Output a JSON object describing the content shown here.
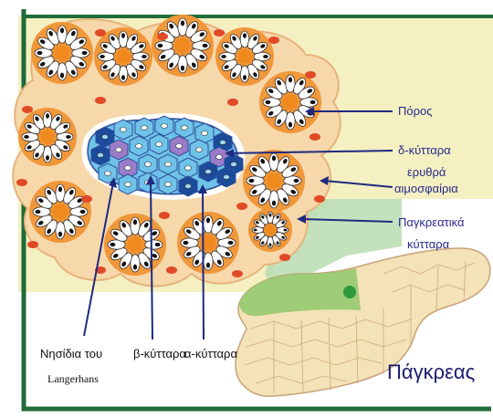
{
  "labels": {
    "duct": "Πόρος",
    "delta_cells": "δ-κύτταρα",
    "red_blood_1": "ερυθρά",
    "red_blood_2": "αιμοσφαίρια",
    "pancreatic_1": "Παγκρεατικά",
    "pancreatic_2": "κύτταρα",
    "islets_1": "Νησίδια του",
    "islets_2": "Langerhans",
    "beta_cells": "β-κύτταρα",
    "alpha_cells": "α-κύτταρα"
  },
  "title": "Πάγκρεας",
  "colors": {
    "frame": "#1f6b3a",
    "lobe": "#f6d8ab",
    "acinus_ring": "#f0973a",
    "acinus_cell": "#ffffff",
    "nucleus": "#111111",
    "duct_lumen": "#f08a1f",
    "rbc": "#e14a26",
    "islet_border": "#ffffff",
    "beta_cell": "#6fc2e8",
    "alpha_cell": "#1b4b9a",
    "delta_cell": "#9b7cc8",
    "pancreas": "#f4e2b8",
    "pancreas_green": "#8fc86a",
    "leader": "#1e2a80",
    "panel_yellow": "#f4f0c2",
    "panel_green": "#b8dcb0"
  }
}
